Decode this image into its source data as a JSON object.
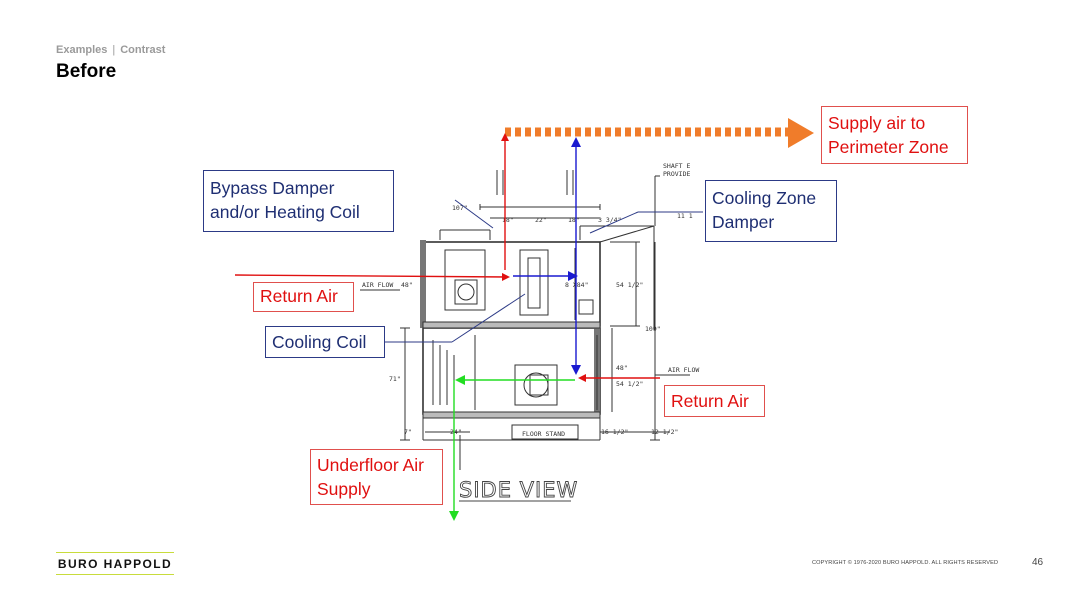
{
  "header": {
    "breadcrumb_section": "Examples",
    "breadcrumb_separator": "|",
    "breadcrumb_page": "Contrast",
    "title": "Before"
  },
  "diagram": {
    "drawing_title": "SIDE VIEW",
    "floor_stand_text": "FLOOR STAND",
    "shaft_note_line1": "SHAFT E",
    "shaft_note_line2": "PROVIDE",
    "dimensions": [
      "107\"",
      "18\"",
      "22\"",
      "18\"",
      "3 3/4\"",
      "54 1/2\"",
      "109\"",
      "48\"",
      "71\"",
      "7\"",
      "24\"",
      "16 1/2\"",
      "12 1/2\"",
      "54 1/2\"",
      "48\"",
      "8 X84\"",
      "11 1"
    ],
    "air_flow_labels": [
      "AIR FLOW",
      "AIR FLOW"
    ],
    "callouts": {
      "bypass_damper_line1": "Bypass Damper",
      "bypass_damper_line2": "and/or Heating Coil",
      "cooling_zone_line1": "Cooling Zone",
      "cooling_zone_line2": "Damper",
      "supply_air_line1": "Supply air to",
      "supply_air_line2": "Perimeter Zone",
      "return_air_upper": "Return Air",
      "cooling_coil": "Cooling Coil",
      "return_air_lower": "Return Air",
      "underfloor_line1": "Underfloor Air",
      "underfloor_line2": "Supply"
    },
    "colors": {
      "supply_arrow": "#f07c2a",
      "return_air": "#e01010",
      "cooling_flow": "#1a1ad0",
      "underfloor_flow": "#22dd22",
      "callout_blue": "#2c3a86",
      "callout_red": "#e0504d"
    }
  },
  "footer": {
    "logo_text": "BURO HAPPOLD",
    "copyright": "COPYRIGHT © 1976-2020 BURO HAPPOLD. ALL RIGHTS RESERVED",
    "page_number": "46"
  }
}
